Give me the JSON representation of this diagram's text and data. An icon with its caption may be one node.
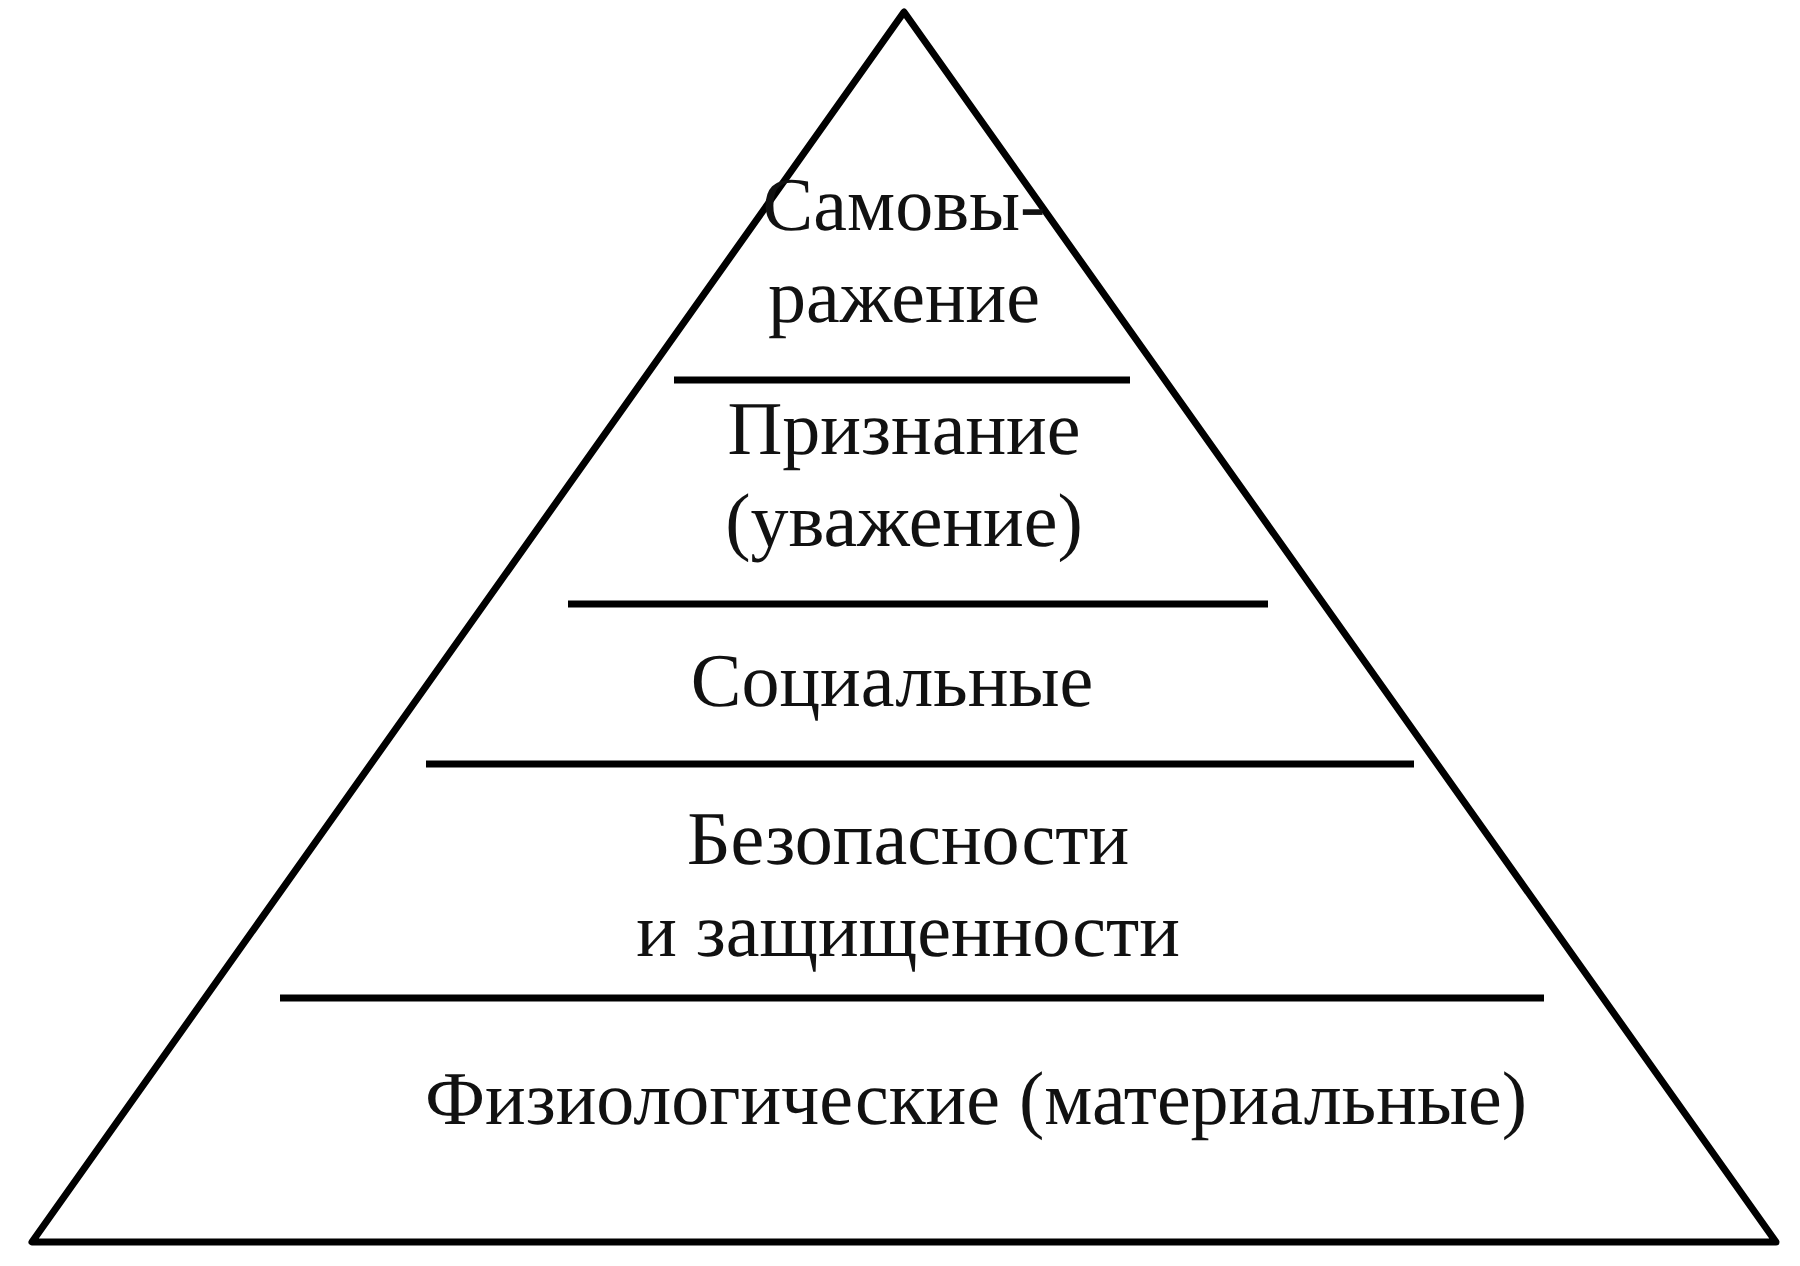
{
  "diagram": {
    "nodes": [
      {
        "text": [],
        "shape": "triangle"
      },
      {
        "text": [
          "Самовы- ражение"
        ],
        "in": 0
      },
      {
        "text": [
          "Признание (уважение)"
        ],
        "in": 0
      },
      {
        "text": [
          "Социальные"
        ],
        "in": 0
      },
      {
        "text": [
          "Безопасности и защищенности"
        ],
        "in": 0
      },
      {
        "text": [
          "Физиологические (материальные)"
        ],
        "in": 0
      }
    ]
  }
}
